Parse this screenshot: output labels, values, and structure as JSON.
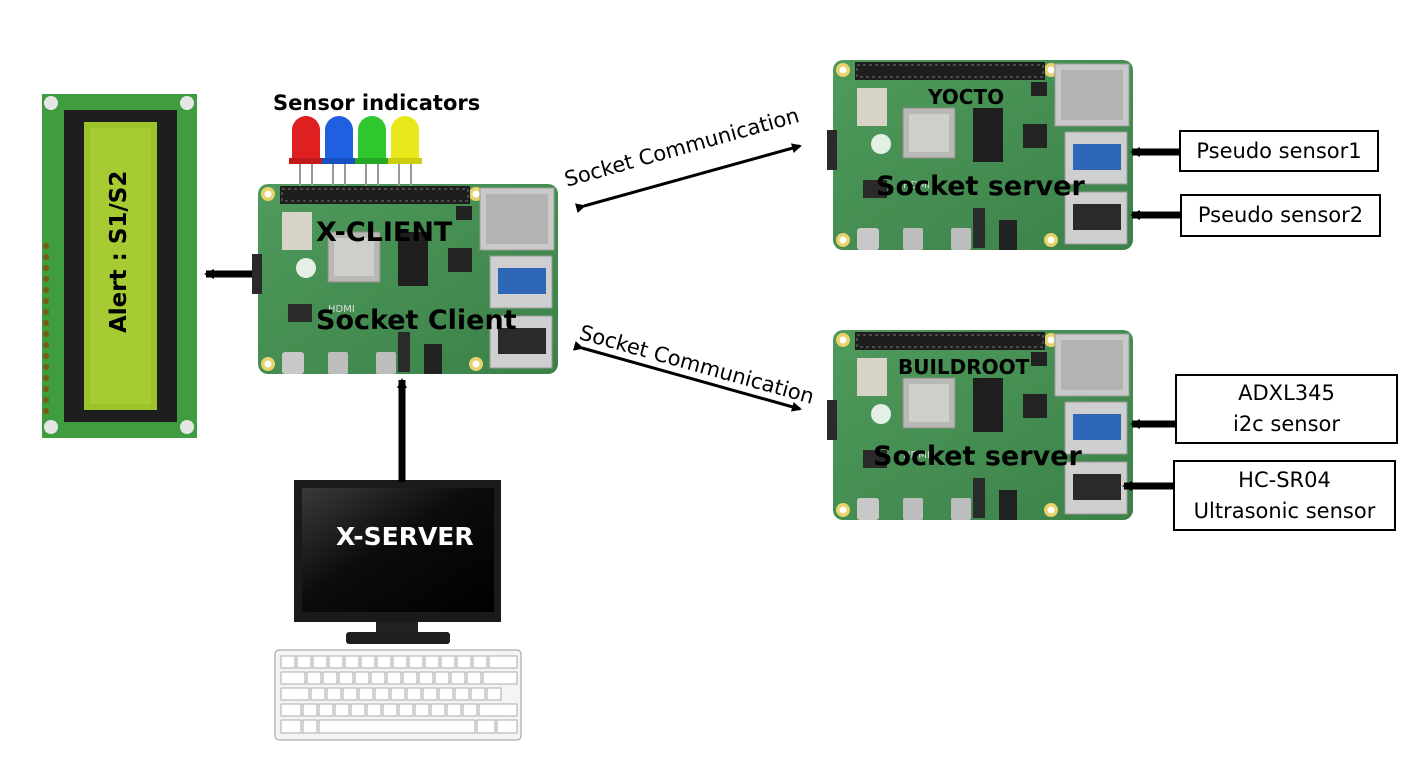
{
  "lcd": {
    "text": "Alert : S1/S2"
  },
  "client_board": {
    "indicator_label": "Sensor indicators",
    "title": "X-CLIENT",
    "subtitle": "Socket Client",
    "leds": [
      "#e02020",
      "#1e60e0",
      "#2fc82f",
      "#e8e81a"
    ]
  },
  "pc": {
    "monitor_text": "X-SERVER"
  },
  "links": {
    "top_label": "Socket Communication",
    "bottom_label": "Socket Communication"
  },
  "yocto_board": {
    "os_label": "YOCTO",
    "title": "Socket server",
    "sensors": [
      {
        "lines": [
          "Pseudo sensor1"
        ]
      },
      {
        "lines": [
          "Pseudo sensor2"
        ]
      }
    ]
  },
  "buildroot_board": {
    "os_label": "BUILDROOT",
    "title": "Socket server",
    "sensors": [
      {
        "lines": [
          "ADXL345",
          "i2c sensor"
        ]
      },
      {
        "lines": [
          "HC-SR04",
          "Ultrasonic sensor"
        ]
      }
    ]
  }
}
